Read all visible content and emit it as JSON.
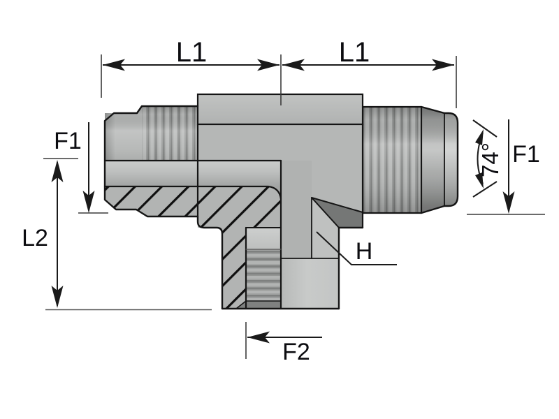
{
  "drawing": {
    "labels": {
      "l1_left": "L1",
      "l1_right": "L1",
      "f1_left": "F1",
      "f1_right": "F1",
      "l2": "L2",
      "f2": "F2",
      "h": "H",
      "seat_angle": "74°"
    },
    "colors": {
      "background": "#ffffff",
      "body": "#b5b7b6",
      "outline": "#151515",
      "dimension_line": "#1a1a1a",
      "label_text": "#0c0c10",
      "dark_chamfer": "#757776",
      "bore_highlight": "#c9cbca",
      "baseline_gray": "#565656"
    }
  }
}
